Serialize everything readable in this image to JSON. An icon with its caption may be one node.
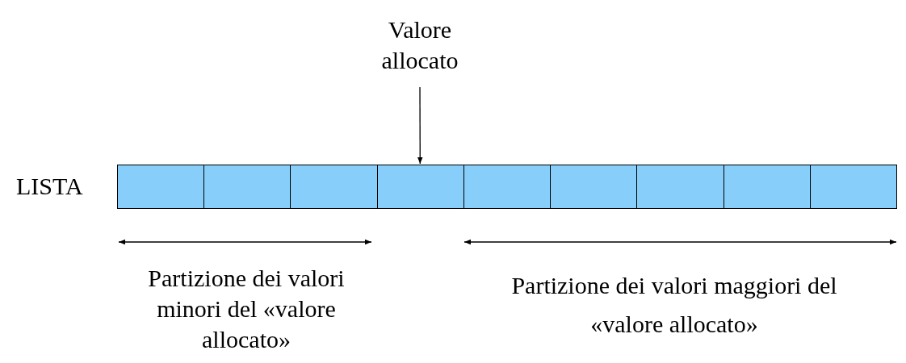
{
  "diagram": {
    "nodes": [
      {
        "text": [
          "Valore allocato"
        ]
      },
      {
        "text": [],
        "shape": "box"
      },
      {
        "text": [],
        "shape": "box"
      },
      {
        "text": [],
        "shape": "box"
      },
      {
        "text": [],
        "shape": "box"
      },
      {
        "text": [],
        "shape": "box"
      },
      {
        "text": [],
        "shape": "box"
      },
      {
        "text": [],
        "shape": "box"
      },
      {
        "text": [],
        "shape": "box"
      },
      {
        "text": [],
        "shape": "box"
      }
    ],
    "edges": [
      {
        "from": 0,
        "to": 4,
        "arrow": "to"
      }
    ],
    "labels": [
      "LISTA",
      "Partizione dei valori minori del «valore allocato»",
      "Partizione dei valori maggiori del «valore allocato»"
    ]
  }
}
